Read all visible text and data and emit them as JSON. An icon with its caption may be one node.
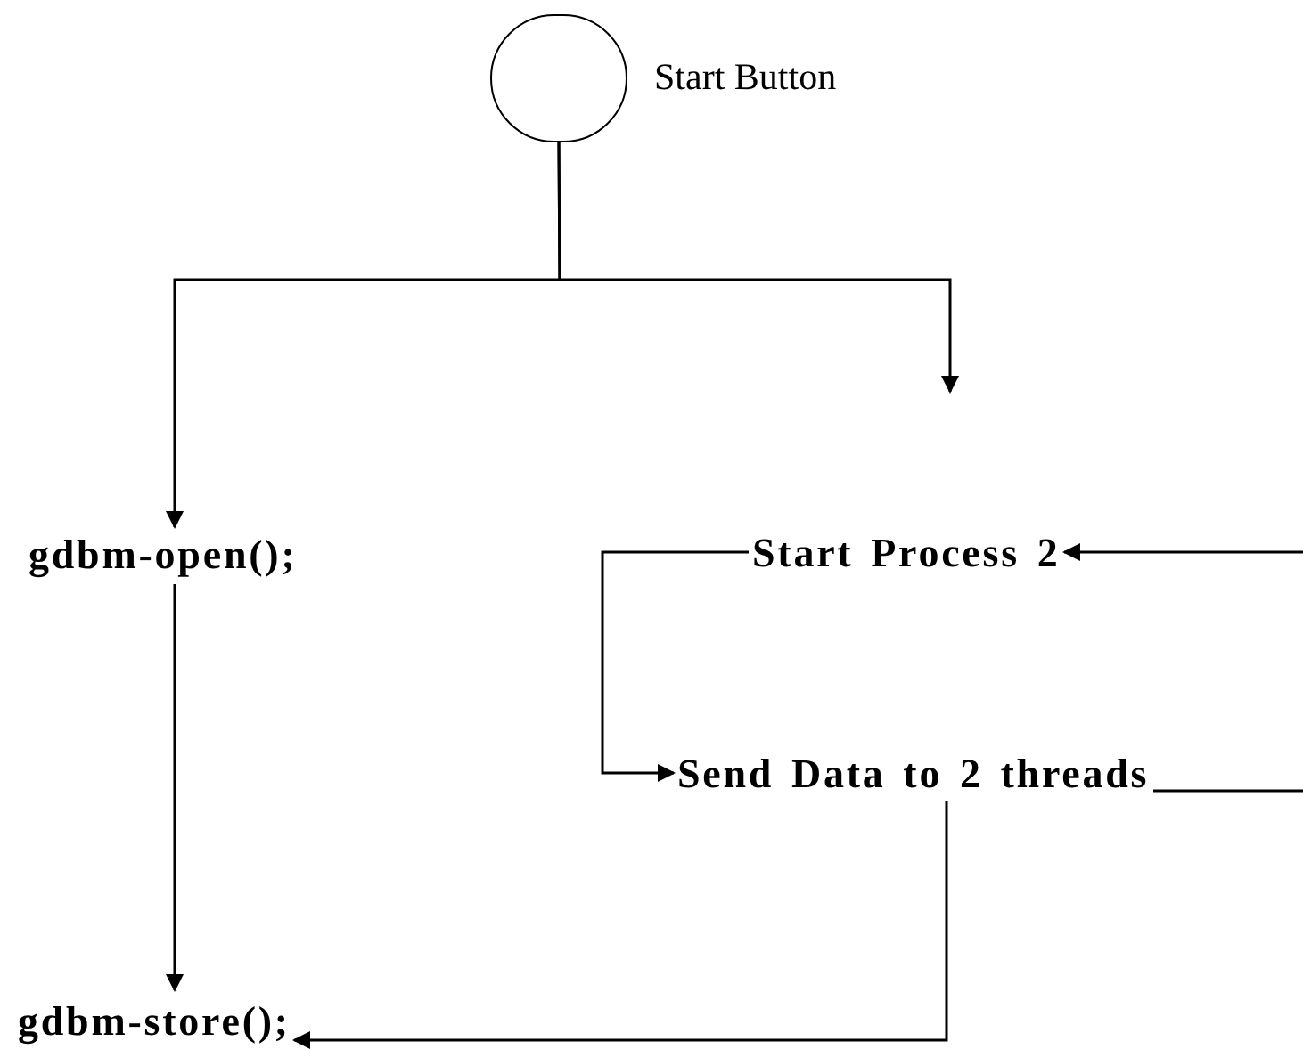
{
  "diagram": {
    "nodes": [
      {
        "text": [],
        "shape": "circle",
        "beside": [
          "Start Button"
        ]
      },
      {
        "text": [
          "gdbm-open();"
        ]
      },
      {
        "text": [
          "Start Process 2"
        ]
      },
      {
        "text": [
          "Send Data to 2 threads"
        ]
      },
      {
        "text": [
          "gdbm-store();"
        ]
      }
    ],
    "edges": [
      {
        "from": 0,
        "to": 1,
        "arrow": "to"
      },
      {
        "from": 0,
        "to": null,
        "arrow": "to"
      },
      {
        "from": null,
        "to": 2,
        "arrow": "to"
      },
      {
        "from": 2,
        "to": 3,
        "arrow": "to"
      },
      {
        "from": 3,
        "to": null,
        "arrow": "none"
      },
      {
        "from": 3,
        "to": 4,
        "arrow": "to"
      },
      {
        "from": 1,
        "to": 4,
        "arrow": "to"
      }
    ]
  }
}
